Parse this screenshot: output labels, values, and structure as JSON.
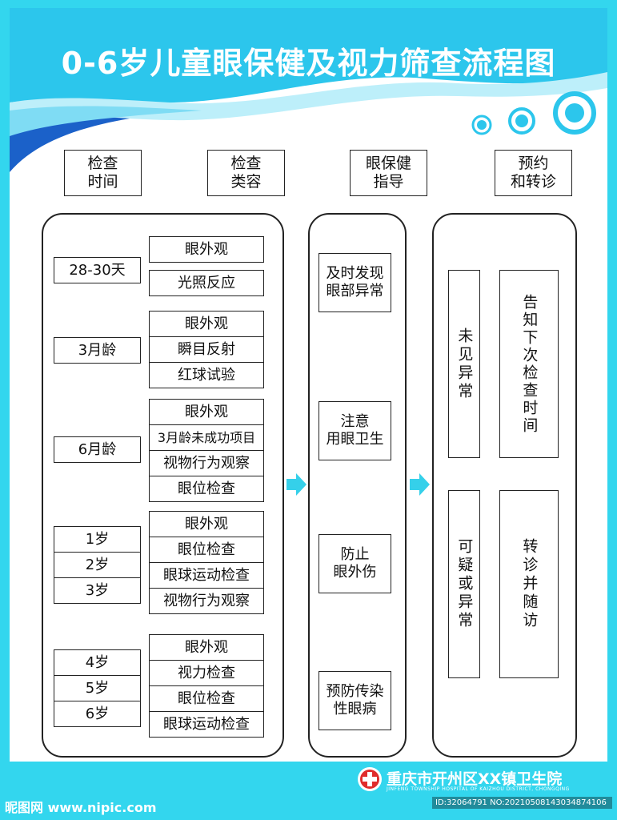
{
  "title": "0-6岁儿童眼保健及视力筛查流程图",
  "headers": {
    "time": "检查\n时间",
    "content": "检查\n类容",
    "guidance": "眼保健\n指导",
    "referral": "预约\n和转诊"
  },
  "ages": {
    "a1": "28-30天",
    "a2": "3月龄",
    "a3": "6月龄",
    "a4": "1岁",
    "a5": "2岁",
    "a6": "3岁",
    "a7": "4岁",
    "a8": "5岁",
    "a9": "6岁"
  },
  "items": {
    "g1": [
      "眼外观",
      "光照反应"
    ],
    "g2": [
      "眼外观",
      "瞬目反射",
      "红球试验"
    ],
    "g3": [
      "眼外观",
      "3月龄未成功项目",
      "视物行为观察",
      "眼位检查"
    ],
    "g4": [
      "眼外观",
      "眼位检查",
      "眼球运动检查",
      "视物行为观察"
    ],
    "g5": [
      "眼外观",
      "视力检查",
      "眼位检查",
      "眼球运动检查"
    ]
  },
  "guidance": [
    "及时发现\n眼部异常",
    "注意\n用眼卫生",
    "防止\n眼外伤",
    "预防传染\n性眼病"
  ],
  "referral": {
    "normal": "未见异常",
    "inform": "告知下次检查时间",
    "suspect": "可疑或异常",
    "transfer": "转诊并随访"
  },
  "footer": {
    "org": "重庆市开州区XX镇卫生院",
    "org_en": "JINFENG TOWNSHIP HOSPITAL OF KAIZHOU DISTRICT, CHONGQING",
    "watermark": "昵图网 www.nipic.com",
    "id": "ID:32064791 NO:20210508143034874106"
  },
  "colors": {
    "frame": "#33d6ee",
    "band": "#29c3ea",
    "arrow": "#35d0ea"
  }
}
